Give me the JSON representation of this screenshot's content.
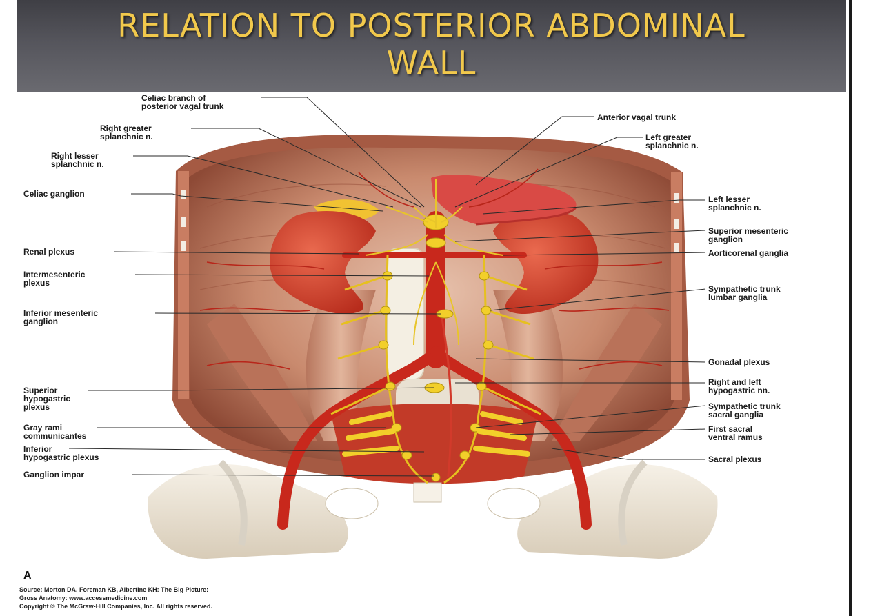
{
  "slide": {
    "title": "RELATION TO POSTERIOR ABDOMINAL\nWALL"
  },
  "figure": {
    "panel_letter": "A",
    "labels_left": [
      "Celiac branch of\nposterior vagal trunk",
      "Right greater\nsplanchnic n.",
      "Right lesser\nsplanchnic n.",
      "Celiac ganglion",
      "Renal plexus",
      "Intermesenteric\nplexus",
      "Inferior mesenteric\nganglion",
      "Superior\nhypogastric\nplexus",
      "Gray rami\ncommunicantes",
      "Inferior\nhypogastric plexus",
      "Ganglion impar"
    ],
    "labels_right": [
      "Anterior vagal trunk",
      "Left greater\nsplanchnic n.",
      "Left lesser\nsplanchnic n.",
      "Superior mesenteric\nganglion",
      "Aorticorenal ganglia",
      "Sympathetic trunk\nlumbar ganglia",
      "Gonadal plexus",
      "Right and left\nhypogastric nn.",
      "Sympathetic trunk\nsacral ganglia",
      "First sacral\nventral ramus",
      "Sacral plexus"
    ],
    "credits": [
      "Source: Morton DA, Foreman KB, Albertine KH: The Big Picture:",
      "Gross Anatomy: www.accessmedicine.com",
      "Copyright © The McGraw-Hill Companies, Inc. All rights reserved."
    ]
  },
  "colors": {
    "title_text": "#f2c94c",
    "title_bar": "#55555c",
    "kidney": "#d9412c",
    "artery": "#c8281c",
    "ganglia": "#f2cf2a",
    "muscle": "#c98a6e",
    "bone": "#eee6d8"
  }
}
